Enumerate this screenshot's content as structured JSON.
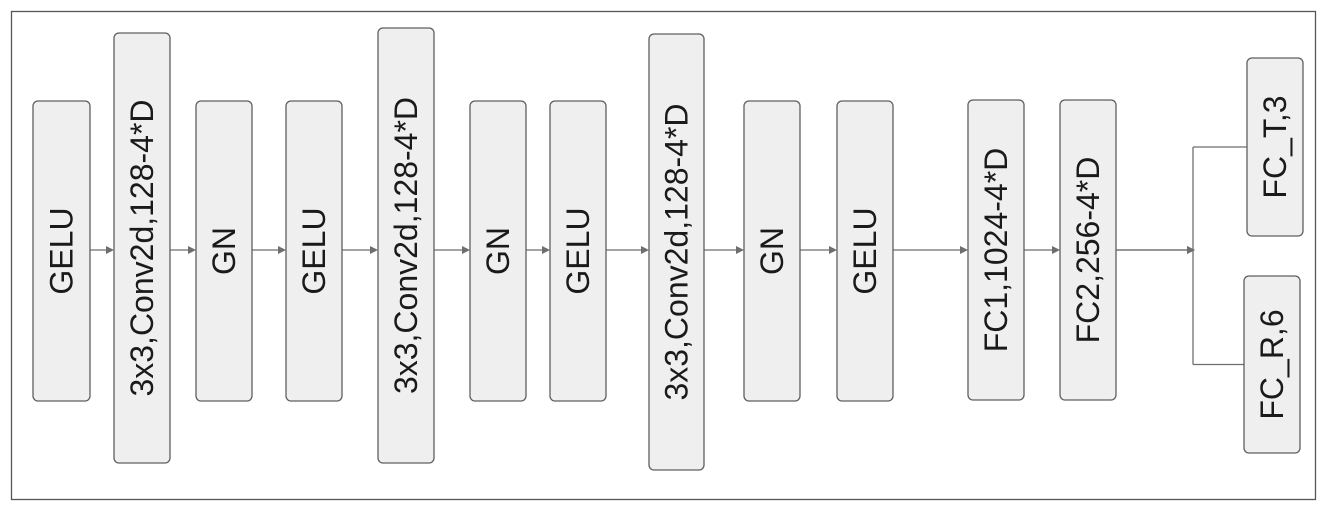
{
  "diagram": {
    "blocks": [
      {
        "id": "gelu1",
        "label": "GELU"
      },
      {
        "id": "conv1",
        "label": "3x3,Conv2d,128-4*D"
      },
      {
        "id": "gn1",
        "label": "GN"
      },
      {
        "id": "gelu2",
        "label": "GELU"
      },
      {
        "id": "conv2",
        "label": "3x3,Conv2d,128-4*D"
      },
      {
        "id": "gn2",
        "label": "GN"
      },
      {
        "id": "gelu3",
        "label": "GELU"
      },
      {
        "id": "conv3",
        "label": "3x3,Conv2d,128-4*D"
      },
      {
        "id": "gn3",
        "label": "GN"
      },
      {
        "id": "gelu4",
        "label": "GELU"
      },
      {
        "id": "fc1",
        "label": "FC1,1024-4*D"
      },
      {
        "id": "fc2",
        "label": "FC2,256-4*D"
      },
      {
        "id": "fc_t",
        "label": "FC_T,3"
      },
      {
        "id": "fc_r",
        "label": "FC_R,6"
      }
    ],
    "edges": [
      {
        "from": "gelu1",
        "to": "conv1"
      },
      {
        "from": "conv1",
        "to": "gn1"
      },
      {
        "from": "gn1",
        "to": "gelu2"
      },
      {
        "from": "gelu2",
        "to": "conv2"
      },
      {
        "from": "conv2",
        "to": "gn2"
      },
      {
        "from": "gn2",
        "to": "gelu3"
      },
      {
        "from": "gelu3",
        "to": "conv3"
      },
      {
        "from": "conv3",
        "to": "gn3"
      },
      {
        "from": "gn3",
        "to": "gelu4"
      },
      {
        "from": "gelu4",
        "to": "fc1"
      },
      {
        "from": "fc1",
        "to": "fc2"
      },
      {
        "from": "fc2",
        "to": "fc_t"
      },
      {
        "from": "fc2",
        "to": "fc_r"
      }
    ]
  }
}
